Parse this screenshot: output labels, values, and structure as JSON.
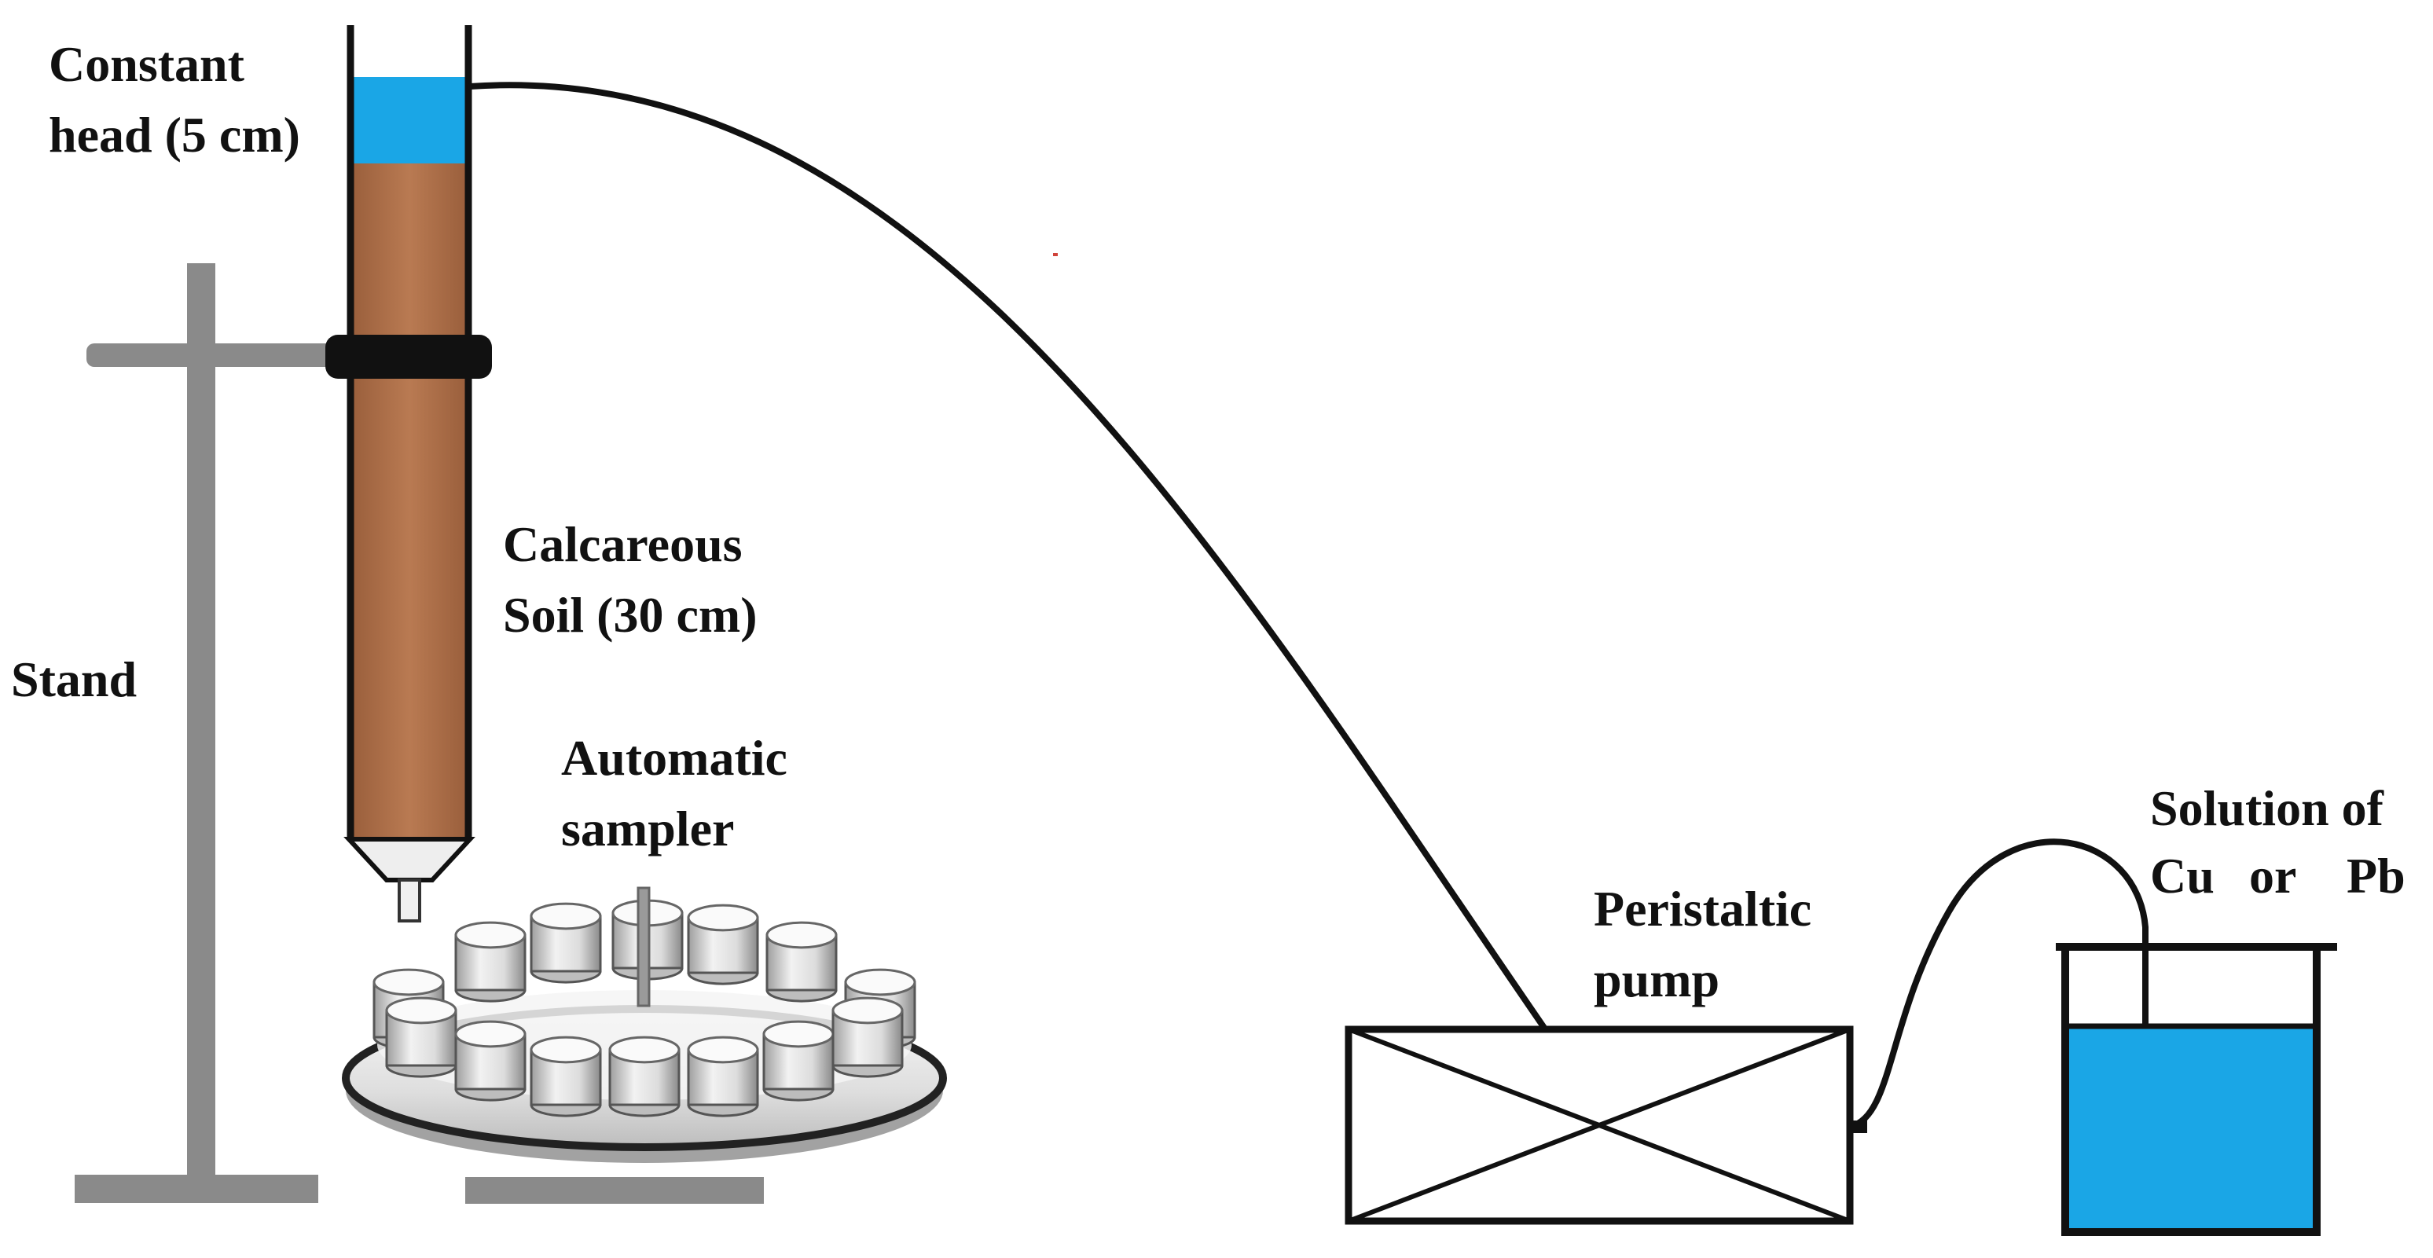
{
  "labels": {
    "constant_head_line1": "Constant",
    "constant_head_line2": "head (5 cm)",
    "stand": "Stand",
    "soil_line1": "Calcareous",
    "soil_line2": "Soil (30 cm)",
    "sampler_line1": "Automatic",
    "sampler_line2": "sampler",
    "pump_line1": "Peristaltic",
    "pump_line2": "pump",
    "solution_line1": "Solution of",
    "solution_line2_a": "Cu",
    "solution_line2_b": "or",
    "solution_line2_c": "Pb"
  },
  "colors": {
    "water": "#1aa6e6",
    "soil": "#b0714a",
    "stand": "#8a8a8a",
    "line": "#111111"
  }
}
